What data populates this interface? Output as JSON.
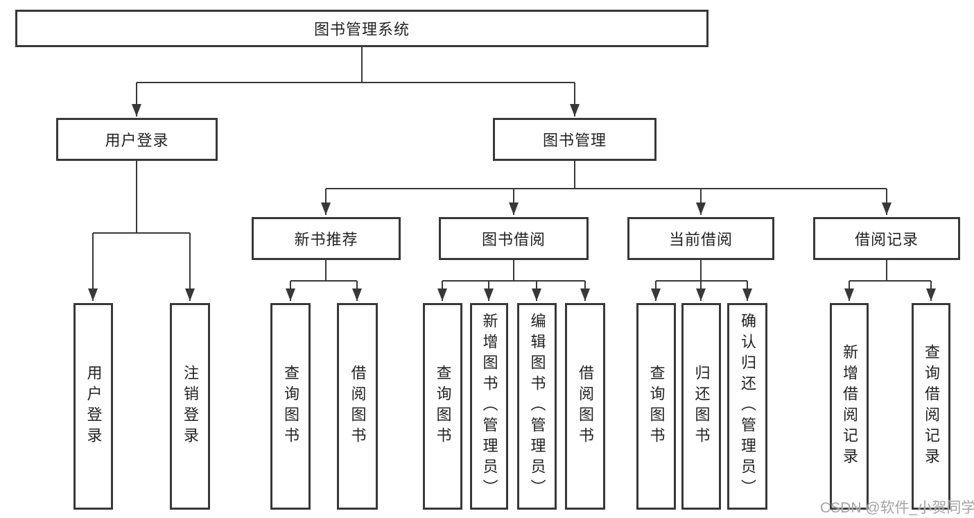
{
  "diagram": {
    "root": {
      "label": "图书管理系统"
    },
    "level2": [
      {
        "id": "user-login",
        "label": "用户登录"
      },
      {
        "id": "book-management",
        "label": "图书管理"
      }
    ],
    "level3": [
      {
        "id": "new-book-recommend",
        "label": "新书推荐",
        "parent": "图书管理"
      },
      {
        "id": "book-borrow",
        "label": "图书借阅",
        "parent": "图书管理"
      },
      {
        "id": "current-borrow",
        "label": "当前借阅",
        "parent": "图书管理"
      },
      {
        "id": "borrow-record",
        "label": "借阅记录",
        "parent": "图书管理"
      }
    ],
    "leaves": [
      {
        "id": "user-login-leaf",
        "label": "用户登录",
        "parent": "用户登录"
      },
      {
        "id": "logout",
        "label": "注销登录",
        "parent": "用户登录"
      },
      {
        "id": "query-book-1",
        "label": "查询图书",
        "parent": "新书推荐"
      },
      {
        "id": "borrow-book-1",
        "label": "借阅图书",
        "parent": "新书推荐"
      },
      {
        "id": "query-book-2",
        "label": "查询图书",
        "parent": "图书借阅"
      },
      {
        "id": "add-book-admin",
        "label": "新增图书（管理员）",
        "parent": "图书借阅"
      },
      {
        "id": "edit-book-admin",
        "label": "编辑图书（管理员）",
        "parent": "图书借阅"
      },
      {
        "id": "borrow-book-2",
        "label": "借阅图书",
        "parent": "图书借阅"
      },
      {
        "id": "query-book-3",
        "label": "查询图书",
        "parent": "当前借阅"
      },
      {
        "id": "return-book",
        "label": "归还图书",
        "parent": "当前借阅"
      },
      {
        "id": "confirm-return-admin",
        "label": "确认归还（管理员）",
        "parent": "当前借阅"
      },
      {
        "id": "add-borrow-record",
        "label": "新增借阅记录",
        "parent": "借阅记录"
      },
      {
        "id": "query-borrow-record",
        "label": "查询借阅记录",
        "parent": "借阅记录"
      }
    ]
  },
  "watermark": {
    "text": "CSDN @软件_小贺同学"
  },
  "colors": {
    "line": "#383838",
    "box_border": "#383838",
    "text": "#222222",
    "background": "#ffffff",
    "watermark": "#a3a3a3"
  }
}
